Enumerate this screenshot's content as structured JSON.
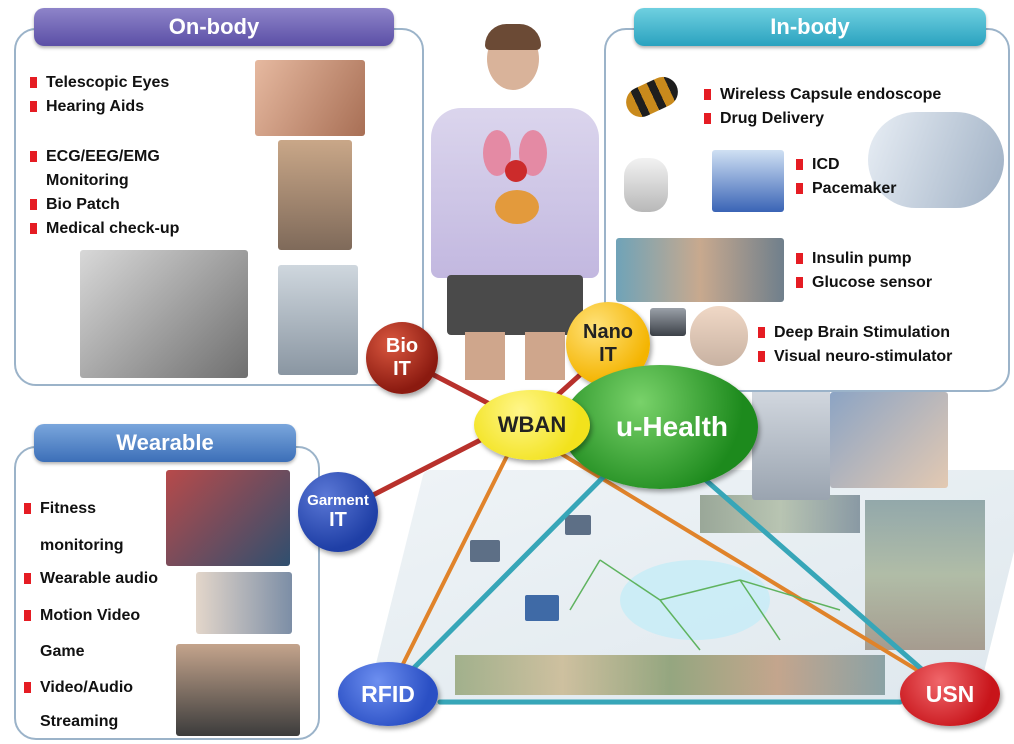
{
  "panels": {
    "onbody": {
      "title": "On-body",
      "items": [
        "Telescopic Eyes",
        "Hearing Aids",
        "ECG/EEG/EMG",
        "Monitoring",
        "Bio Patch",
        "Medical check-up"
      ]
    },
    "inbody": {
      "title": "In-body",
      "items": [
        "Wireless Capsule endoscope",
        "Drug Delivery",
        "ICD",
        "Pacemaker",
        "Insulin pump",
        "Glucose sensor",
        "Deep Brain Stimulation",
        "Visual neuro-stimulator"
      ]
    },
    "wearable": {
      "title": "Wearable",
      "items": [
        "Fitness",
        "monitoring",
        "Wearable audio",
        "Motion Video",
        "Game",
        "Video/Audio",
        "Streaming"
      ]
    }
  },
  "nodes": {
    "bio": {
      "line1": "Bio",
      "line2": "IT"
    },
    "nano": {
      "line1": "Nano",
      "line2": "IT"
    },
    "garment": {
      "line1": "Garment",
      "line2": "IT"
    },
    "wban": "WBAN",
    "uhealth": "u-Health",
    "rfid": "RFID",
    "usn": "USN"
  },
  "colors": {
    "bio": "#8b1a10",
    "nano": "#f4b400",
    "garment": "#1f3fa6",
    "wban": "#f2e21c",
    "uhealth": "#1d8a1d",
    "rfid": "#2a4fc4",
    "usn": "#c8141a",
    "link_red": "#b8312c",
    "link_orange": "#e0832a",
    "link_teal": "#37a6b8",
    "bullet": "#e51c23"
  }
}
